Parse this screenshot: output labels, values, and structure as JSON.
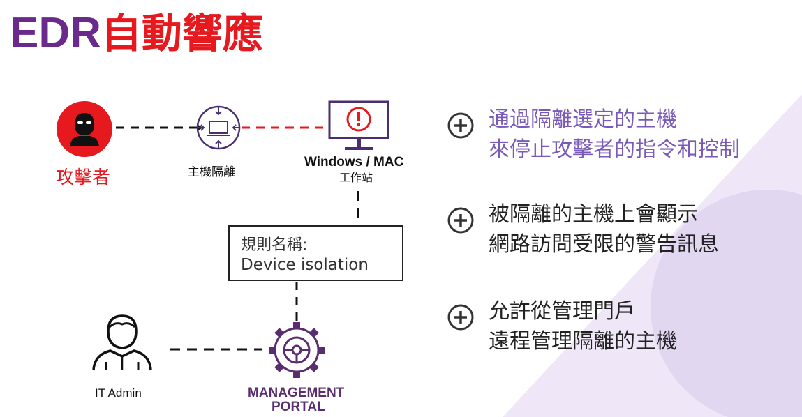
{
  "title": {
    "part1": "EDR",
    "part2": "自動響應"
  },
  "diagram": {
    "attacker_label": "攻擊者",
    "host_isolation_label": "主機隔離",
    "workstation_label_line1": "Windows / MAC",
    "workstation_label_line2": "工作站",
    "rule_box": {
      "line1": "規則名稱:",
      "line2": "Device isolation"
    },
    "admin_label": "IT Admin",
    "portal_label_line1": "MANAGEMENT",
    "portal_label_line2": "PORTAL"
  },
  "bullets": [
    {
      "line1": "通過隔離選定的主機",
      "line2": "來停止攻擊者的指令和控制",
      "color": "#7a5ab8"
    },
    {
      "line1": "被隔離的主機上會顯示",
      "line2": "網路訪問受限的警告訊息",
      "color": "#222222"
    },
    {
      "line1": "允許從管理門戶",
      "line2": "遠程管理隔離的主機",
      "color": "#222222"
    }
  ],
  "colors": {
    "brand_purple": "#6a2a8c",
    "alert_red": "#e6191f",
    "accent_lavender": "#e6dcf3"
  },
  "icons": [
    "attacker-icon",
    "host-isolation-icon",
    "alert-monitor-icon",
    "admin-user-icon",
    "management-gear-icon",
    "plus-circle-icon"
  ]
}
